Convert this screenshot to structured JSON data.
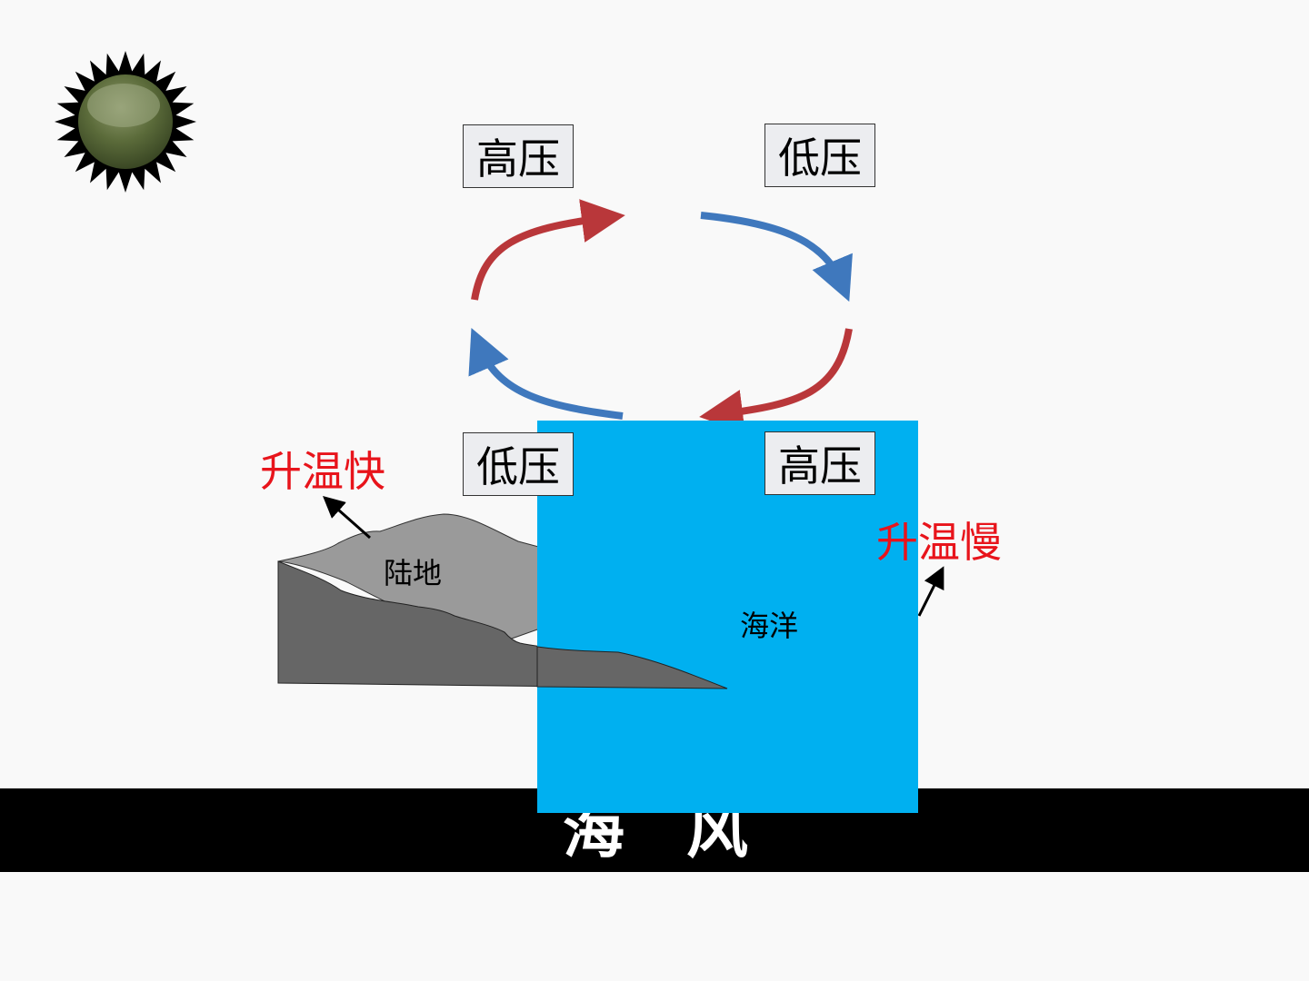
{
  "labels": {
    "top_left_pressure": "高压",
    "top_right_pressure": "低压",
    "bottom_left_pressure": "低压",
    "bottom_right_pressure": "高压",
    "land_note": "升温快",
    "ocean_note": "升温慢",
    "land": "陆地",
    "ocean": "海洋",
    "caption": "海　风"
  },
  "colors": {
    "ocean": "#00b0f0",
    "land_light": "#9a9a9a",
    "land_dark": "#666666",
    "warm_arrow": "#b9373a",
    "cool_arrow": "#3f78bd",
    "note_red": "#e8141b",
    "sun_body": "#5b6b3a"
  },
  "icons": [
    "sun-icon",
    "wind-circulation-arrows",
    "pointer-arrow"
  ]
}
